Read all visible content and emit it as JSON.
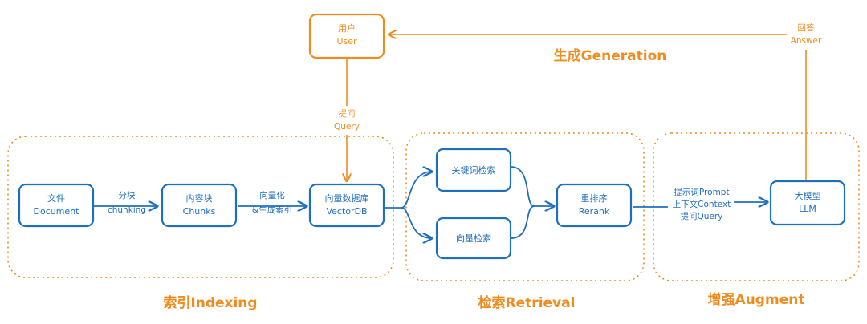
{
  "sections": {
    "generation": "生成Generation",
    "indexing": "索引Indexing",
    "retrieval": "检索Retrieval",
    "augment": "增强Augment"
  },
  "nodes": {
    "user": [
      "用户",
      "User"
    ],
    "document": [
      "文件",
      "Document"
    ],
    "chunks": [
      "内容块",
      "Chunks"
    ],
    "vectordb": [
      "向量数据库",
      "VectorDB"
    ],
    "keyword": [
      "关键词检索"
    ],
    "vector_search": [
      "向量检索"
    ],
    "rerank": [
      "重排序",
      "Rerank"
    ],
    "llm": [
      "大模型",
      "LLM"
    ]
  },
  "edges": {
    "answer": [
      "回答",
      "Answer"
    ],
    "query": [
      "提问",
      "Query"
    ],
    "chunking": [
      "分块",
      "chunking"
    ],
    "vectorize": [
      "向量化",
      "&生成索引"
    ],
    "augment_input": [
      "提示词Prompt",
      "上下文Context",
      "提问Query"
    ]
  },
  "colors": {
    "blue": "#1f6fbf",
    "orange": "#f08c1e"
  }
}
